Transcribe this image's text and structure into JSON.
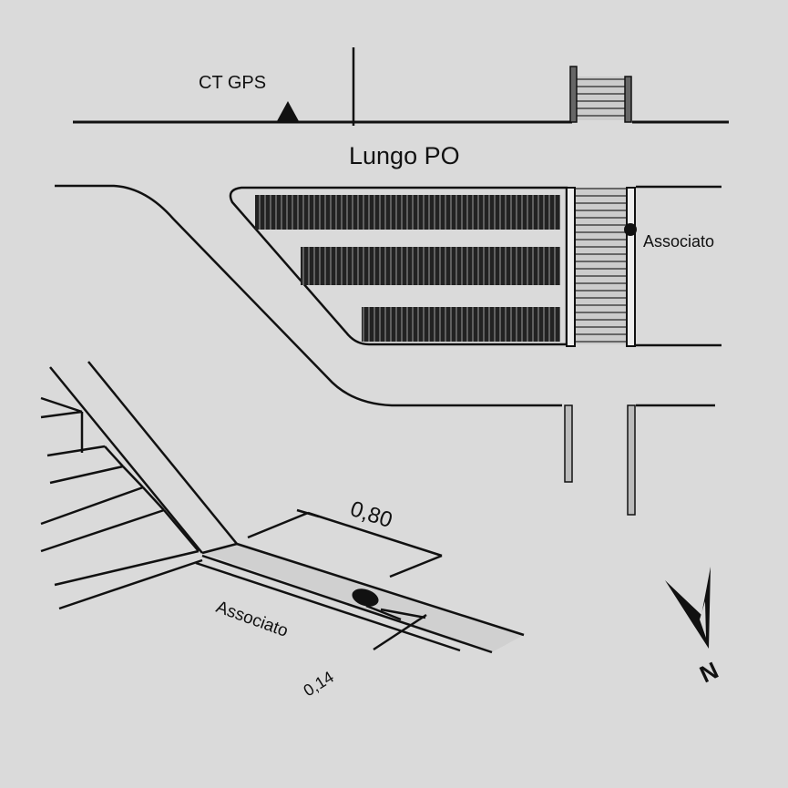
{
  "labels": {
    "ct_gps": "CT GPS",
    "street": "Lungo PO",
    "associato_top": "Associato",
    "associato_bottom": "Associato",
    "dim_width": "0,80",
    "dim_diameter": "0,14",
    "north": "N"
  },
  "colors": {
    "background": "#dadada",
    "ink": "#111111"
  }
}
